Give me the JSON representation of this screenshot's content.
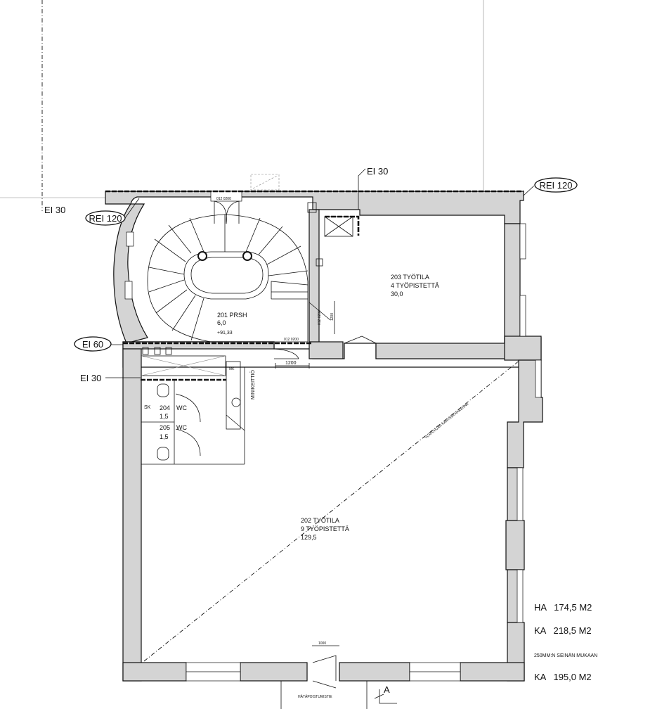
{
  "fire_labels": {
    "ei30_left": "EI 30",
    "ei30_top": "EI 30",
    "rei120_left": "REI 120",
    "rei120_right": "REI 120",
    "ei60": "EI 60",
    "ei30_mid": "EI 30"
  },
  "rooms": {
    "r201": {
      "name": "201 PRSH",
      "area": "6,0",
      "level": "+91,33"
    },
    "r202": {
      "name": "202 TYÖTILA",
      "workstations": "9 TYÖPISTETTÄ",
      "area": "129,5"
    },
    "r203": {
      "name": "203 TYÖTILA",
      "workstations": "4 TYÖPISTETTÄ",
      "area": "30,0"
    },
    "r204": {
      "name": "204",
      "type": "WC",
      "area": "1,5"
    },
    "r205": {
      "name": "205",
      "type": "WC",
      "area": "1,5"
    },
    "minikeittio": "MINIKEITTIÖ",
    "sk": "SK",
    "mk": "MK"
  },
  "dimensions": {
    "d1200_bottom": "1200",
    "d1200_side": "1200",
    "d1000": "1000",
    "door_top": "012 0200",
    "door_mid": "012 0200",
    "door_side": "012 0200"
  },
  "notes": {
    "diagonal": "YLÄPOHJAN KANTAVA RAKENNE",
    "exit": "HÄTÄPOISTUMISTIE",
    "section": "A"
  },
  "areas": {
    "ha": "HA   174,5 M2",
    "ka": "KA   218,5 M2",
    "note": "250MM:N SEINÄN MUKAAN",
    "ka2": "KA   195,0 M2"
  }
}
